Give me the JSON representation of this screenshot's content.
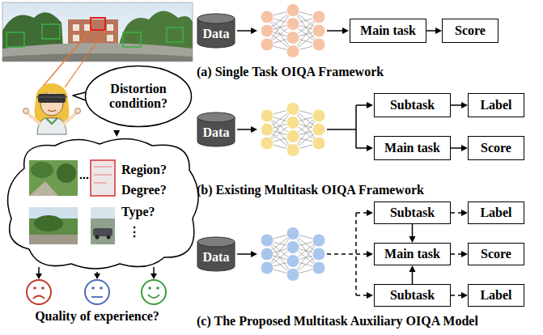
{
  "diagram": {
    "nodes": [
      {
        "text": [
          "Distortion condition?"
        ]
      },
      {
        "text": [
          "Region?",
          "Degree?",
          "Type?",
          "⋮"
        ]
      },
      {
        "text": [
          "Data"
        ]
      },
      {
        "text": [
          "Main task"
        ]
      },
      {
        "text": [
          "Score"
        ]
      },
      {
        "text": [
          "Data"
        ]
      },
      {
        "text": [
          "Subtask"
        ]
      },
      {
        "text": [
          "Label"
        ]
      },
      {
        "text": [
          "Main task"
        ]
      },
      {
        "text": [
          "Score"
        ]
      },
      {
        "text": [
          "Data"
        ]
      },
      {
        "text": [
          "Subtask"
        ]
      },
      {
        "text": [
          "Label"
        ]
      },
      {
        "text": [
          "Main task"
        ]
      },
      {
        "text": [
          "Score"
        ]
      },
      {
        "text": [
          "Subtask"
        ]
      },
      {
        "text": [
          "Label"
        ]
      }
    ],
    "edges": [
      {
        "from": 0,
        "to": 1,
        "arrow": "to"
      },
      {
        "from": 3,
        "to": 4,
        "arrow": "to"
      },
      {
        "from": 6,
        "to": 7,
        "arrow": "to"
      },
      {
        "from": 8,
        "to": 9,
        "arrow": "to"
      },
      {
        "from": 11,
        "to": 12,
        "arrow": "to"
      },
      {
        "from": 13,
        "to": 14,
        "arrow": "to"
      },
      {
        "from": 15,
        "to": 16,
        "arrow": "to"
      },
      {
        "from": 11,
        "to": 13,
        "arrow": "to"
      },
      {
        "from": 15,
        "to": 13,
        "arrow": "to"
      }
    ],
    "labels": [
      "(a) Single Task OIQA Framework",
      "(b) Existing Multitask OIQA Framework",
      "(c) The Proposed Multitask Auxiliary OIQA Model",
      "Quality of experience?"
    ]
  }
}
